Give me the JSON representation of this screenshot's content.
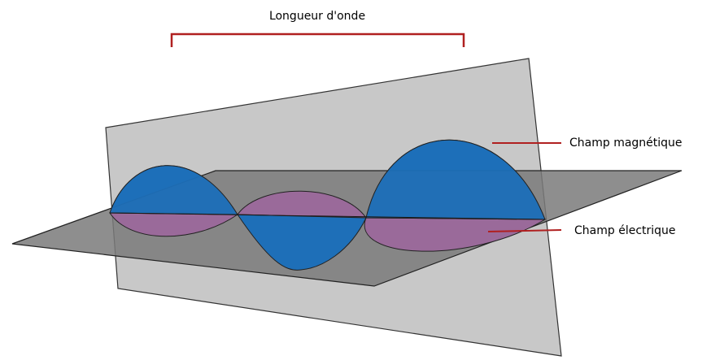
{
  "labels": {
    "wavelength": "Longueur d'onde",
    "magnetic_field": "Champ magnétique",
    "electric_field": "Champ électrique"
  },
  "colors": {
    "vertical_plane": "#c8c8c8",
    "horizontal_plane": "#8c8c8c",
    "magnetic_wave": "#1e6fb8",
    "electric_wave": "#9a6a9a",
    "wavelength_bracket": "#b02020",
    "leader_lines": "#b02020"
  }
}
